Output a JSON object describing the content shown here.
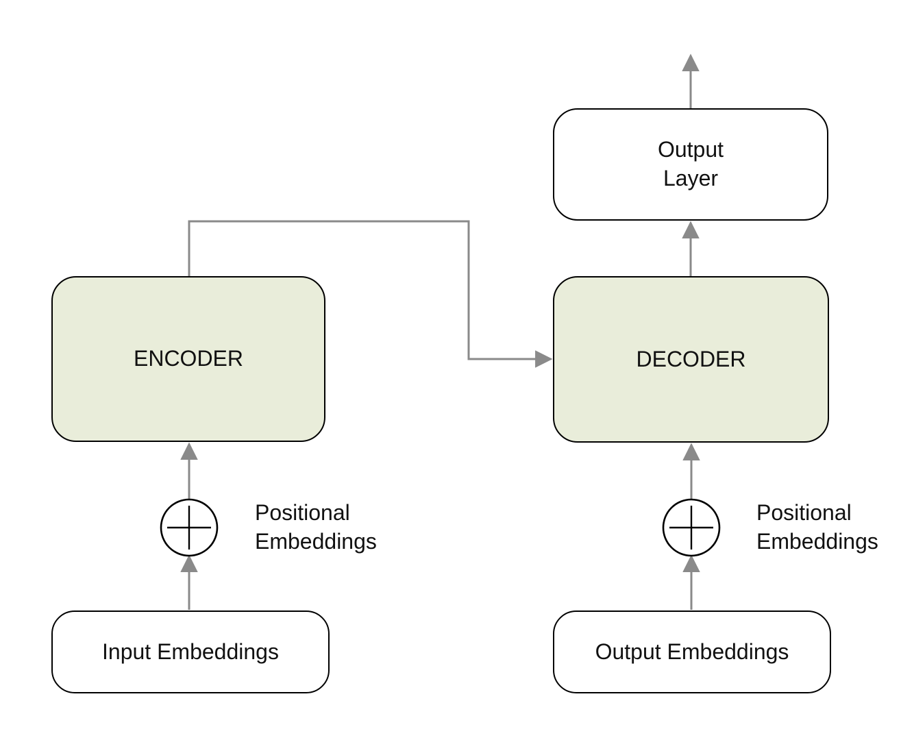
{
  "colors": {
    "background": "#ffffff",
    "block_fill_green": "#e9edda",
    "block_fill_white": "#ffffff",
    "block_border": "#000000",
    "connector_gray": "#8a8a8a",
    "symbol_black": "#000000",
    "text": "#111111"
  },
  "blocks": {
    "encoder": {
      "label": "ENCODER"
    },
    "decoder": {
      "label": "DECODER"
    },
    "output_layer": {
      "label": "Output\nLayer"
    },
    "input_embeddings": {
      "label": "Input Embeddings"
    },
    "output_embeddings": {
      "label": "Output Embeddings"
    }
  },
  "annotations": {
    "positional_left": {
      "label": "Positional\nEmbeddings"
    },
    "positional_right": {
      "label": "Positional\nEmbeddings"
    }
  }
}
